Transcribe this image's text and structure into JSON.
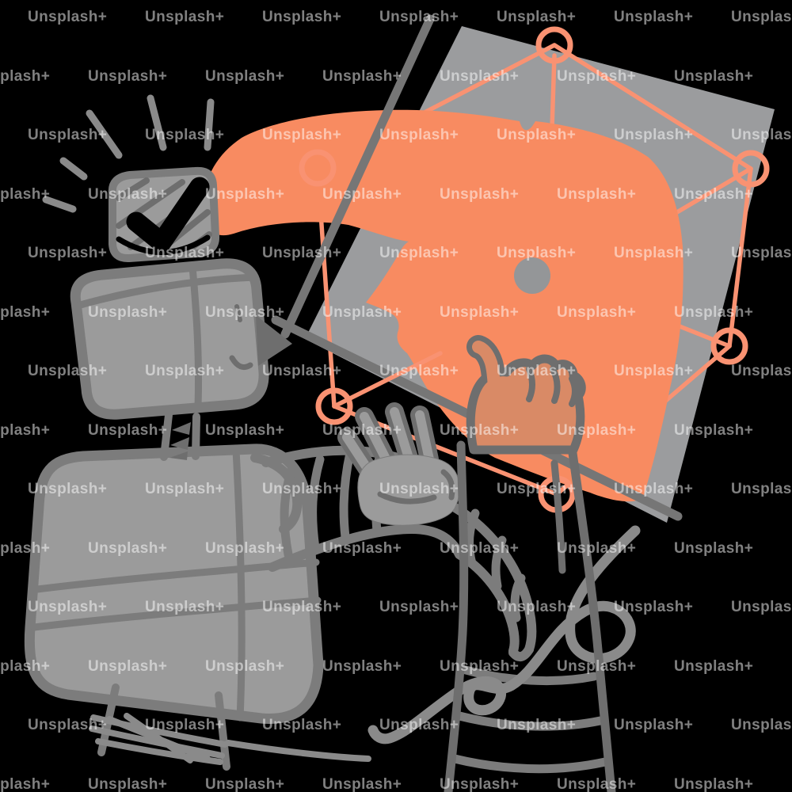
{
  "image": {
    "alt": "Hand-drawn stock illustration of a gray robot with a monitor head and warning beacon looking at a tilted gray panel showing an orange human face profile overlaid with a facial-recognition mesh of six connected salmon nodes; a salmon hand points at the face, a gray hand waves, and a cable squiggles away below",
    "background": "#000000"
  },
  "watermark": {
    "label": "Unsplash+"
  },
  "mesh": {
    "node_count": 6
  },
  "palette": {
    "background": "#000000",
    "ill_gray": "#9b9b9b",
    "panel_gray": "#9b9c9e",
    "outline_gray": "#7c7c7c",
    "dark_gray": "#6e6e6e",
    "panel_edge": "#767676",
    "cable_gray": "#8a8a8a",
    "face_orange": "#f88b61",
    "mesh_salmon": "#f99272",
    "hand_salmon": "#d98a66",
    "eye_gray": "#949698",
    "check_black": "#000000",
    "watermark_white": "rgba(255,255,255,0.5)"
  }
}
